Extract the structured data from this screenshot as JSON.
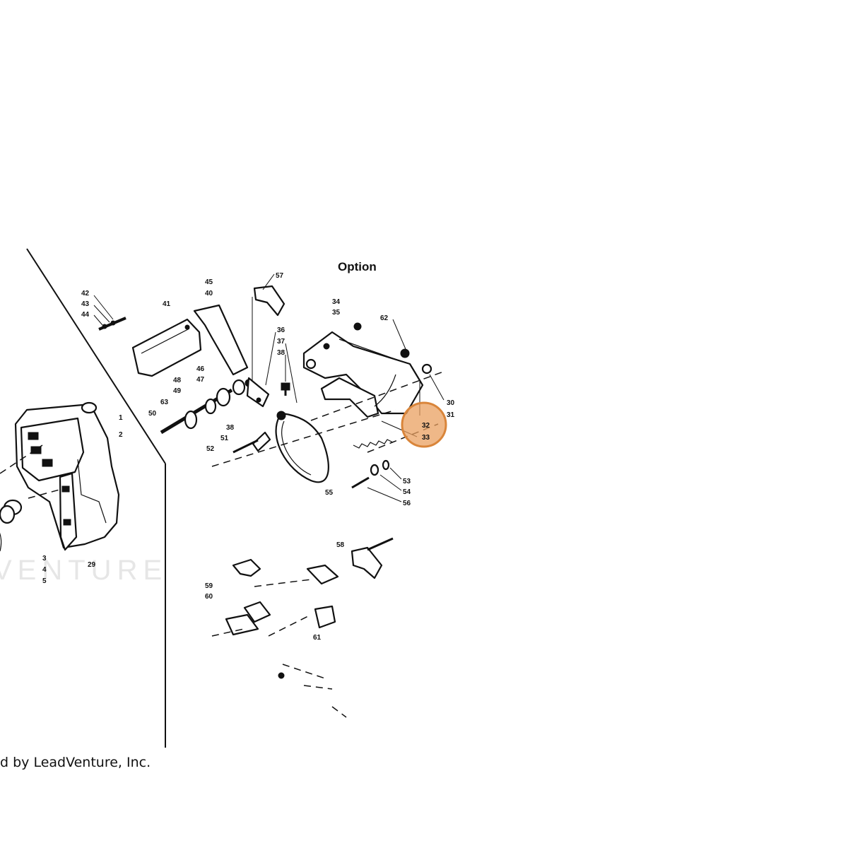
{
  "diagram": {
    "title": "Option",
    "footer": "d by LeadVenture, Inc.",
    "watermark": "VENTURE",
    "highlight_color": "#e9a060",
    "labels": {
      "l1": "1",
      "l2": "2",
      "l3": "3",
      "l4": "4",
      "l5": "5",
      "l29": "29",
      "l30": "30",
      "l31": "31",
      "l32": "32",
      "l33": "33",
      "l34": "34",
      "l35": "35",
      "l36": "36",
      "l37": "37",
      "l38a": "38",
      "l38b": "38",
      "l40": "40",
      "l41": "41",
      "l42": "42",
      "l43": "43",
      "l44": "44",
      "l45": "45",
      "l46": "46",
      "l47": "47",
      "l48": "48",
      "l49": "49",
      "l50": "50",
      "l51": "51",
      "l52": "52",
      "l53": "53",
      "l54": "54",
      "l55": "55",
      "l56": "56",
      "l57": "57",
      "l58": "58",
      "l59": "59",
      "l60": "60",
      "l61": "61",
      "l62": "62",
      "l63": "63"
    }
  }
}
